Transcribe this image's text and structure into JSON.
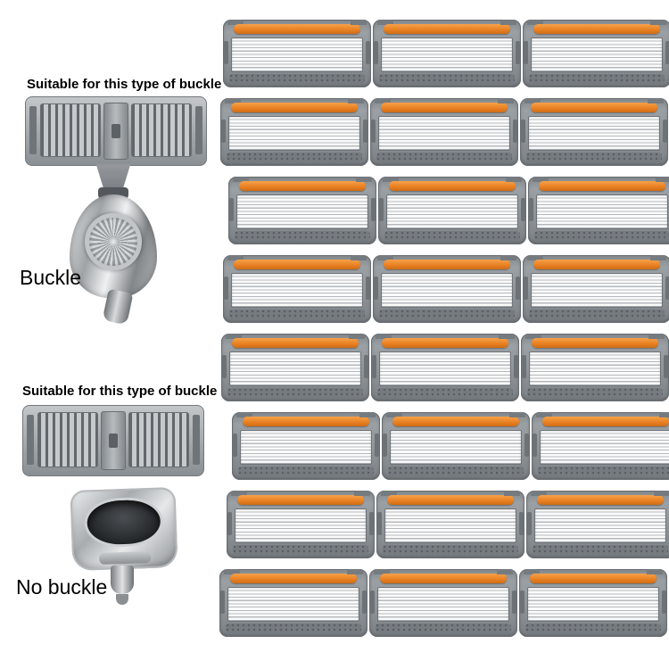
{
  "left_panel": {
    "section_buckle": {
      "caption": "Suitable for this type of buckle",
      "label": "Buckle"
    },
    "section_no_buckle": {
      "caption": "Suitable for this type of buckle",
      "label": "No buckle"
    }
  },
  "cartridge_grid": {
    "rows": 8,
    "columns": 3
  },
  "colors": {
    "strip_orange": "#e87f22",
    "body_gray": "#9aa0a4",
    "blade_light": "#fbfbfb"
  }
}
